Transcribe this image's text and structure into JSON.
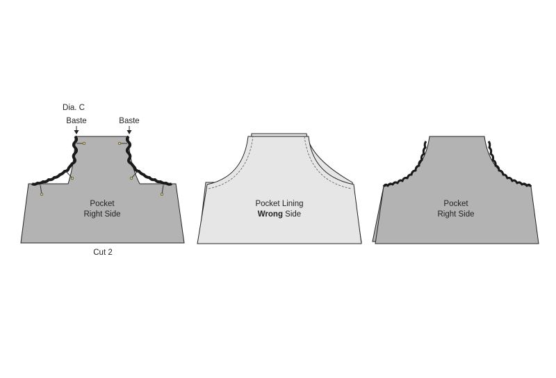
{
  "diagram": {
    "dia_label": "Dia. C",
    "baste_left": "Baste",
    "baste_right": "Baste",
    "cut_label": "Cut 2",
    "panels": [
      {
        "line1": "Pocket",
        "line2": "Right Side",
        "line2_bold": ""
      },
      {
        "line1": "Pocket Lining",
        "line2_bold": "Wrong",
        "line2": " Side"
      },
      {
        "line1": "Pocket",
        "line2": "Right Side",
        "line2_bold": ""
      }
    ],
    "colors": {
      "pocket_fill": "#b3b3b3",
      "lining_fill": "#e6e6e6",
      "outline": "#222222",
      "rickrack": "#1a1a1a",
      "pin_head": "#d8c86a"
    }
  }
}
